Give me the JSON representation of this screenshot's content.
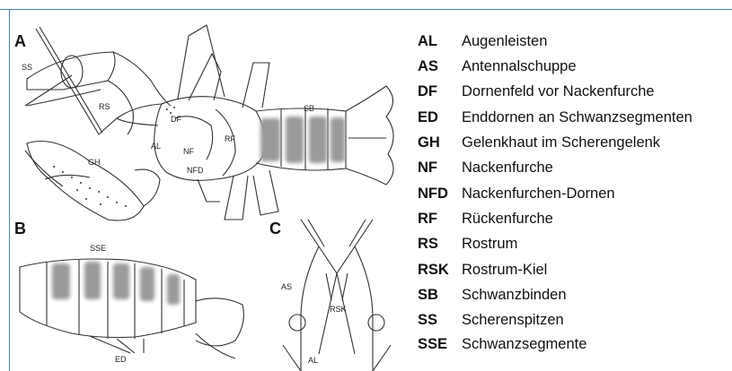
{
  "panels": {
    "a": "A",
    "b": "B",
    "c": "C"
  },
  "callouts": {
    "ss": "SS",
    "rs": "RS",
    "df": "DF",
    "al": "AL",
    "nf": "NF",
    "nfd": "NFD",
    "rf": "RF",
    "gh": "GH",
    "sb": "SB",
    "sse": "SSE",
    "ed": "ED",
    "as": "AS",
    "rsk": "RSK",
    "al_c": "AL"
  },
  "legend": [
    {
      "abbr": "AL",
      "desc": "Augenleisten"
    },
    {
      "abbr": "AS",
      "desc": "Antennalschuppe"
    },
    {
      "abbr": "DF",
      "desc": "Dornenfeld vor Nackenfurche"
    },
    {
      "abbr": "ED",
      "desc": "Enddornen an Schwanzsegmenten"
    },
    {
      "abbr": "GH",
      "desc": "Gelenkhaut im Scherengelenk"
    },
    {
      "abbr": "NF",
      "desc": "Nackenfurche"
    },
    {
      "abbr": "NFD",
      "desc": "Nackenfurchen-Dornen"
    },
    {
      "abbr": "RF",
      "desc": "Rückenfurche"
    },
    {
      "abbr": "RS",
      "desc": "Rostrum"
    },
    {
      "abbr": "RSK",
      "desc": "Rostrum-Kiel"
    },
    {
      "abbr": "SB",
      "desc": "Schwanzbinden"
    },
    {
      "abbr": "SS",
      "desc": "Scherenspitzen"
    },
    {
      "abbr": "SSE",
      "desc": "Schwanzsegmente"
    }
  ],
  "colors": {
    "frame": "#4f81bd",
    "band": "#9a9a9a",
    "line": "#333333"
  }
}
